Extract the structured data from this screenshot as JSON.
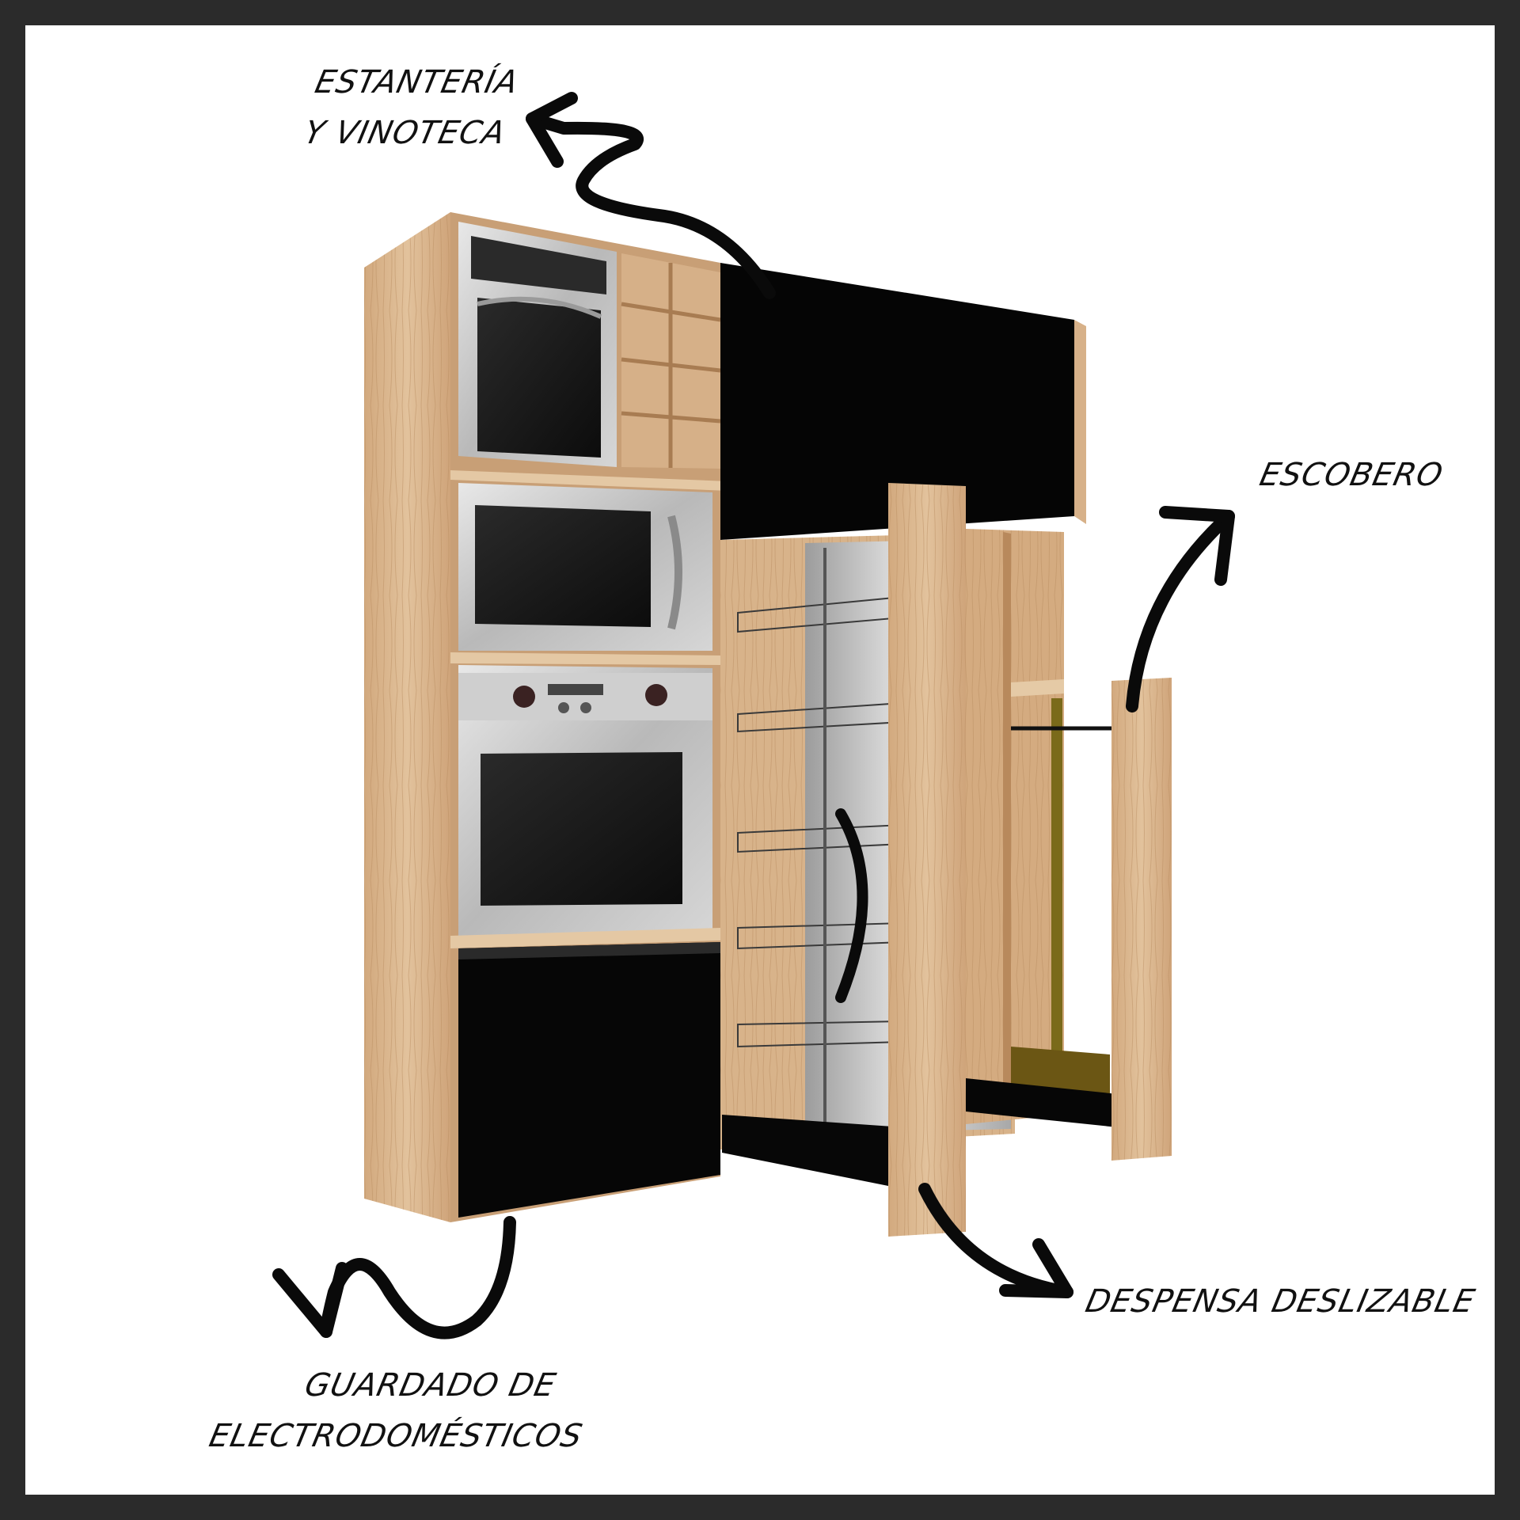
{
  "colors": {
    "frame": "#2b2b2b",
    "background": "#ffffff",
    "wood": "#d9b48c",
    "wood_dark": "#c29a70",
    "black_panel": "#050505",
    "steel": "#c8c8c8",
    "steel_dark": "#8a8a8a",
    "glass": "#1a1a1a",
    "arrow": "#0a0a0a"
  },
  "labels": {
    "shelving": {
      "line1": "ESTANTERÍA",
      "line2": "Y VINOTECA"
    },
    "broom": {
      "line1": "ESCOBERO"
    },
    "pantry": {
      "line1": "DESPENSA DESLIZABLE"
    },
    "appliances": {
      "line1": "GUARDADO DE",
      "line2": "ELECTRODOMÉSTICOS"
    }
  }
}
